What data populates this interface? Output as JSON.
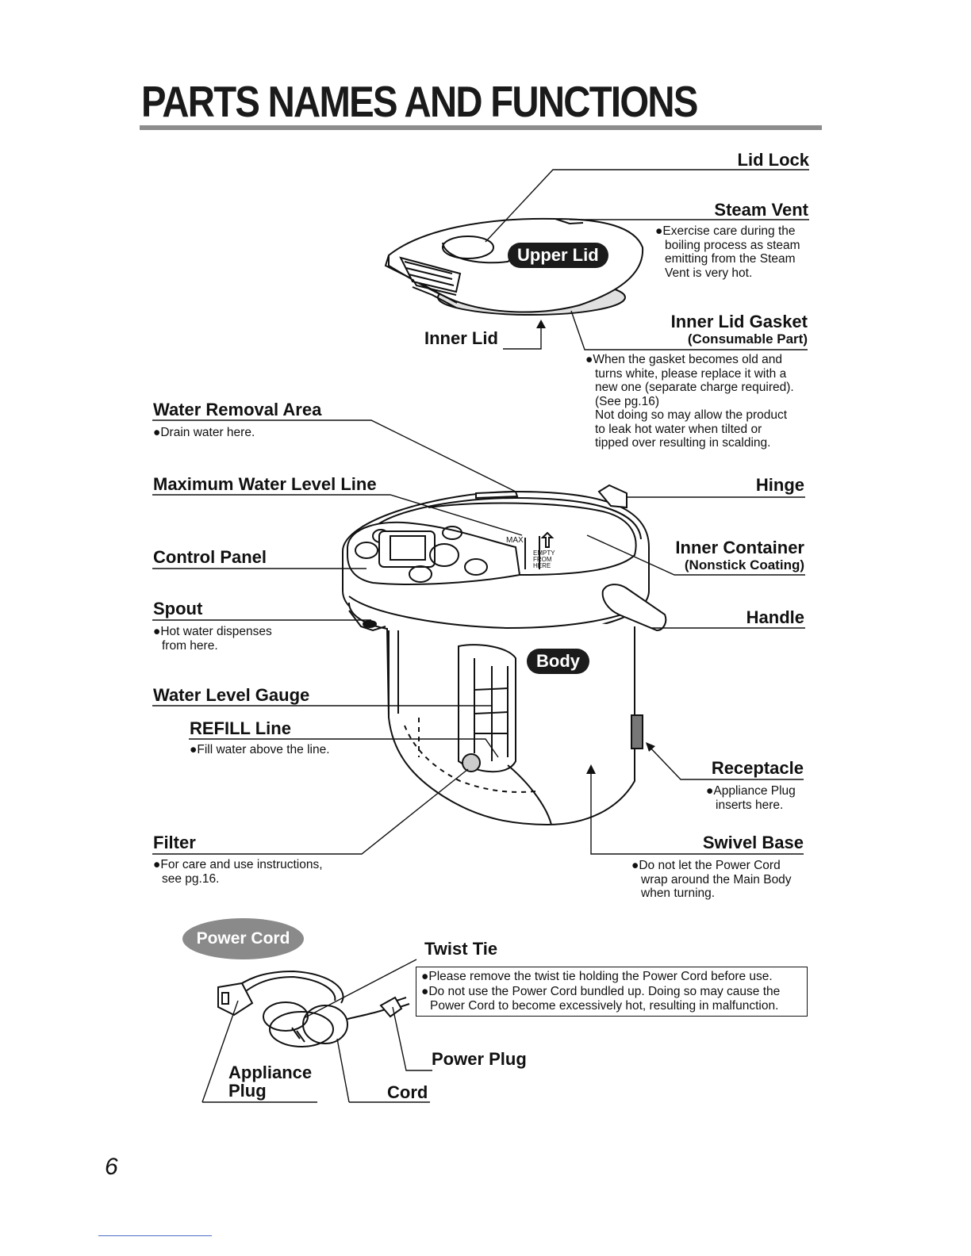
{
  "title": "PARTS NAMES AND FUNCTIONS",
  "page_number": "6",
  "badges": {
    "upper_lid": "Upper Lid",
    "body": "Body",
    "power_cord": "Power Cord"
  },
  "gauge_text": {
    "max": "MAX",
    "empty": "EMPTY",
    "from": "FROM",
    "here": "HERE"
  },
  "labels": {
    "lid_lock": "Lid Lock",
    "steam_vent": {
      "name": "Steam Vent",
      "notes": [
        "●Exercise care during the",
        "boiling process as steam",
        "emitting from the Steam",
        "Vent is very hot."
      ]
    },
    "inner_lid": "Inner Lid",
    "inner_lid_gasket": {
      "name": "Inner Lid Gasket",
      "sub": "(Consumable Part)",
      "notes": [
        "●When the gasket becomes old and",
        "turns white, please replace it with a",
        "new one (separate charge required).",
        "(See pg.16)",
        "Not doing so may allow the product",
        "to leak hot water when tilted or",
        "tipped over resulting in scalding."
      ]
    },
    "water_removal_area": {
      "name": "Water Removal Area",
      "note": "●Drain water here."
    },
    "max_water_level_line": "Maximum Water Level Line",
    "hinge": "Hinge",
    "control_panel": "Control Panel",
    "inner_container": {
      "name": "Inner Container",
      "sub": "(Nonstick Coating)"
    },
    "spout": {
      "name": "Spout",
      "notes": [
        "●Hot water dispenses",
        "from here."
      ]
    },
    "handle": "Handle",
    "water_level_gauge": "Water Level Gauge",
    "refill_line": {
      "name": "REFILL Line",
      "note": "●Fill water above the line."
    },
    "receptacle": {
      "name": "Receptacle",
      "notes": [
        "●Appliance Plug",
        "inserts here."
      ]
    },
    "filter": {
      "name": "Filter",
      "notes": [
        "●For care and use instructions,",
        "see pg.16."
      ]
    },
    "swivel_base": {
      "name": "Swivel Base",
      "notes": [
        "●Do not let the Power Cord",
        "wrap around the Main Body",
        "when turning."
      ]
    },
    "twist_tie": {
      "name": "Twist Tie",
      "notes": [
        "●Please remove the twist tie holding the Power Cord before use.",
        "●Do not use the Power Cord bundled up. Doing so may cause the",
        "Power Cord to become excessively hot, resulting in malfunction."
      ]
    },
    "power_plug": "Power Plug",
    "appliance_plug": [
      "Appliance",
      "Plug"
    ],
    "cord": "Cord"
  }
}
